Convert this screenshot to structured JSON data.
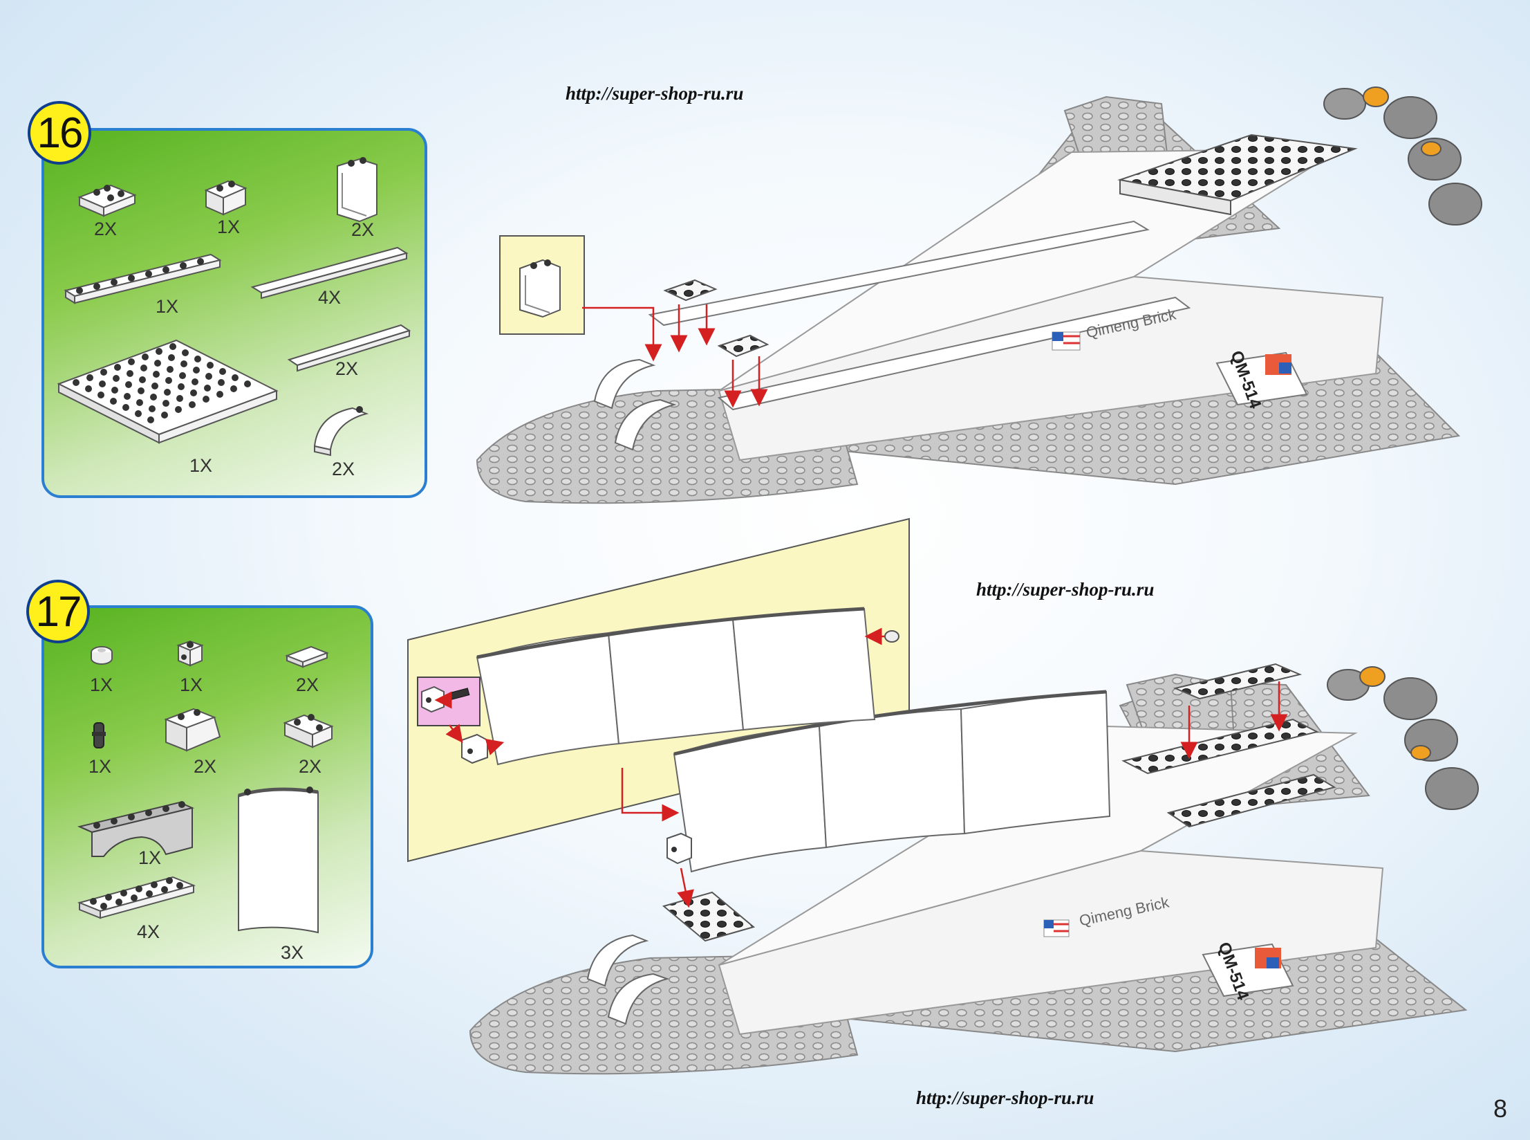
{
  "page": {
    "number": "8"
  },
  "watermarks": [
    "http://super-shop-ru.ru",
    "http://super-shop-ru.ru",
    "http://super-shop-ru.ru"
  ],
  "steps": [
    {
      "number": "16",
      "parts": [
        {
          "name": "plate-2x2",
          "qty": "2X"
        },
        {
          "name": "brick-1x2",
          "qty": "1X"
        },
        {
          "name": "panel-1x2x2",
          "qty": "2X"
        },
        {
          "name": "plate-1x8",
          "qty": "1X"
        },
        {
          "name": "tile-1x8",
          "qty": "4X"
        },
        {
          "name": "tile-1x6",
          "qty": "2X"
        },
        {
          "name": "plate-8x8",
          "qty": "1X"
        },
        {
          "name": "curved-slope",
          "qty": "2X"
        }
      ]
    },
    {
      "number": "17",
      "parts": [
        {
          "name": "round-plate-1x1",
          "qty": "1X"
        },
        {
          "name": "brick-1x1-stud",
          "qty": "1X"
        },
        {
          "name": "tile-1x2",
          "qty": "2X"
        },
        {
          "name": "technic-pin",
          "qty": "1X"
        },
        {
          "name": "slope-2x2",
          "qty": "2X"
        },
        {
          "name": "corner-plate",
          "qty": "2X"
        },
        {
          "name": "arch-1x6",
          "qty": "1X"
        },
        {
          "name": "curved-panel",
          "qty": "3X"
        },
        {
          "name": "plate-2x6",
          "qty": "4X"
        }
      ]
    }
  ],
  "decals": {
    "brand": "Qimeng Brick",
    "model": "QM-514"
  },
  "colors": {
    "panel_border": "#2b7fd0",
    "panel_green": "#56b320",
    "badge": "#ffef1a",
    "arrow": "#d42020",
    "callout_yellow": "#fbf7c3",
    "callout_pink": "#f2b9e6"
  }
}
